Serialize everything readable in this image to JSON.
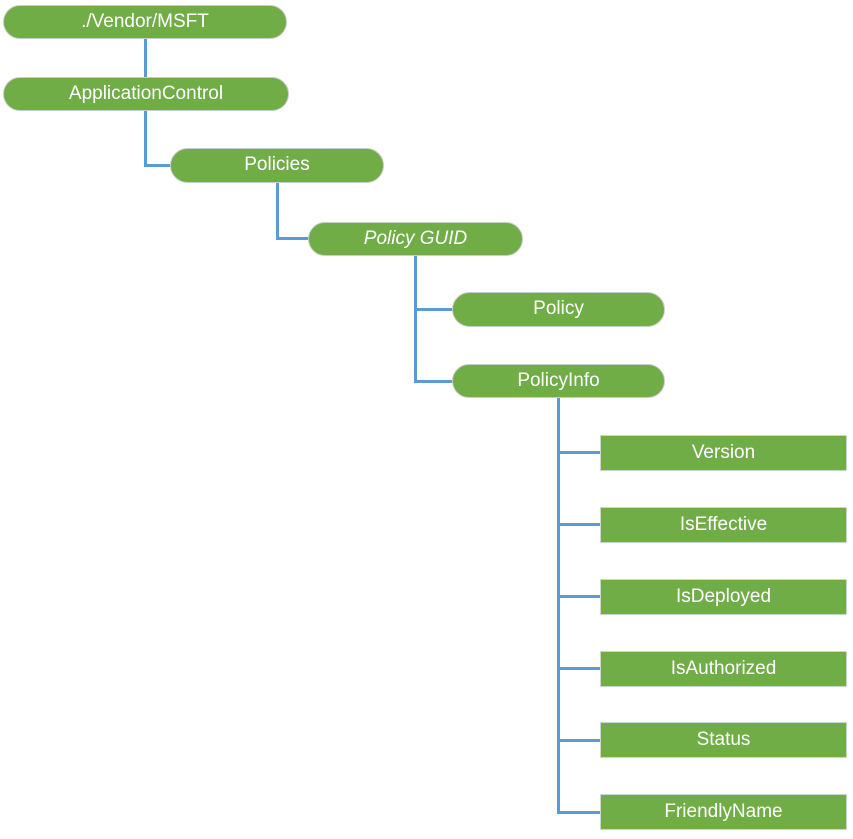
{
  "diagram": {
    "type": "tree",
    "description": "ApplicationControl CSP node hierarchy",
    "nodes": {
      "root": {
        "label": "./Vendor/MSFT",
        "shape": "pill",
        "italic": false
      },
      "application_control": {
        "label": "ApplicationControl",
        "shape": "pill",
        "italic": false
      },
      "policies": {
        "label": "Policies",
        "shape": "pill",
        "italic": false
      },
      "policy_guid": {
        "label": "Policy GUID",
        "shape": "pill",
        "italic": true
      },
      "policy": {
        "label": "Policy",
        "shape": "pill",
        "italic": false
      },
      "policy_info": {
        "label": "PolicyInfo",
        "shape": "pill",
        "italic": false
      },
      "version": {
        "label": "Version",
        "shape": "rect",
        "italic": false
      },
      "is_effective": {
        "label": "IsEffective",
        "shape": "rect",
        "italic": false
      },
      "is_deployed": {
        "label": "IsDeployed",
        "shape": "rect",
        "italic": false
      },
      "is_authorized": {
        "label": "IsAuthorized",
        "shape": "rect",
        "italic": false
      },
      "status": {
        "label": "Status",
        "shape": "rect",
        "italic": false
      },
      "friendly_name": {
        "label": "FriendlyName",
        "shape": "rect",
        "italic": false
      }
    },
    "edges": [
      [
        "./Vendor/MSFT",
        "ApplicationControl"
      ],
      [
        "ApplicationControl",
        "Policies"
      ],
      [
        "Policies",
        "Policy GUID"
      ],
      [
        "Policy GUID",
        "Policy"
      ],
      [
        "Policy GUID",
        "PolicyInfo"
      ],
      [
        "PolicyInfo",
        "Version"
      ],
      [
        "PolicyInfo",
        "IsEffective"
      ],
      [
        "PolicyInfo",
        "IsDeployed"
      ],
      [
        "PolicyInfo",
        "IsAuthorized"
      ],
      [
        "PolicyInfo",
        "Status"
      ],
      [
        "PolicyInfo",
        "FriendlyName"
      ]
    ],
    "colors": {
      "node_fill": "#70AD47",
      "node_border": "#CBCBCB",
      "leaf_border": "#D2D2D2",
      "connector": "#5B9BD5",
      "text": "#FFFFFF"
    }
  }
}
